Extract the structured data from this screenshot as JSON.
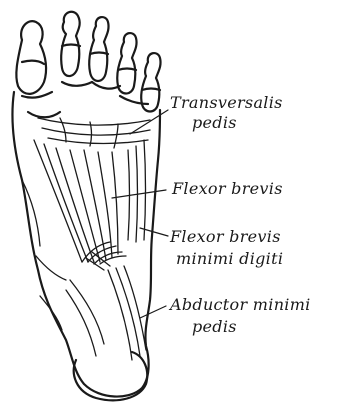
{
  "labels": {
    "transversalis": {
      "line1": "Transversalis",
      "line2": "pedis"
    },
    "flexor_brevis": {
      "line1": "Flexor brevis"
    },
    "flexor_brevis_minimi": {
      "line1": "Flexor brevis",
      "line2": "minimi digiti"
    },
    "abductor": {
      "line1": "Abductor minimi",
      "line2": "pedis"
    }
  },
  "colors": {
    "ink": "#1a1a1a",
    "paper": "#ffffff"
  }
}
